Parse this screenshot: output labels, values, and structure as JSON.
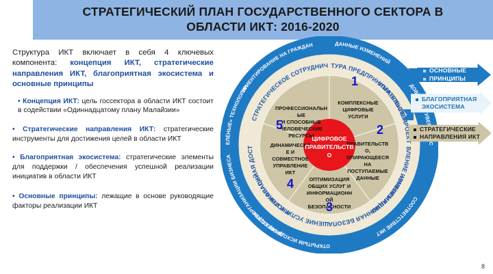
{
  "slide": {
    "page_number": "8",
    "title_line1": "СТРАТЕГИЧЕСКИЙ ПЛАН ГОСУДАРСТВЕННОГО СЕКТОРА В",
    "title_line2": "ОБЛАСТИ ИКТ: 2016-2020",
    "title_bg": "#8eb4e3"
  },
  "text_panel": {
    "intro_a": "Структура ИКТ включает в себя 4 ключевых компонента: ",
    "intro_b": "концепция ИКТ, стратегические направления ИКТ, благоприятная экосистема и основные принципы",
    "bullets": [
      {
        "dot": "•",
        "term": "Концепция ИКТ:",
        "text": " цель госсектора в области ИКТ состоит в содействии «Одиннадцатому плану Малайзии»"
      },
      {
        "dot": "•",
        "term": "Стратегические направления ИКТ:",
        "text": " стратегические инструменты для достижения целей в области ИКТ"
      },
      {
        "dot": "•",
        "term": "Благоприятная экосистема:",
        "text": " стратегические элементы для поддержки / обеспечения успешной реализации инициатив в области ИКТ"
      },
      {
        "dot": "•",
        "term": "Основные принципы:",
        "text": " лежащие в основе руководящие факторы реализации ИКТ"
      }
    ]
  },
  "callouts": [
    {
      "id": "principles",
      "line1": "ОСНОВНЫЕ",
      "line2": "ПРИНЦИПЫ",
      "bg": "#1f7ac4",
      "fg": "#ffffff"
    },
    {
      "id": "ecosystem",
      "line1": "БЛАГОПРИЯТНАЯ",
      "line2": "ЭКОСИСТЕМА",
      "bg": "#e8f3fa",
      "fg": "#1f6fb5"
    },
    {
      "id": "directions",
      "line1": "СТРАТЕГИЧЕСКИЕ",
      "line2": "НАПРАВЛЕНИЯ ИКТ",
      "bg": "#cdc5a5",
      "fg": "#1a1a1a"
    }
  ],
  "diagram": {
    "core": "ЦИФРОВОЕ ПРАВИТЕЛЬСТВО",
    "core_color": "#e8151b",
    "inner_ring_color": "#cdc5a5",
    "mid_ring_color": "#efe9d5",
    "outer_ring_color": "#1f7ac4",
    "segments": [
      {
        "num": "1",
        "lines": [
          "КОМПЛЕКСНЫЕ",
          "ЦИФРОВЫЕ",
          "УСЛУГИ"
        ]
      },
      {
        "num": "2",
        "lines": [
          "ПРАВИТЕЛЬСТВ",
          "О,",
          "ОПИРАЮЩЕЕСЯ",
          "НА",
          "ПОСТУПАЕМЫЕ",
          "ДАННЫЕ"
        ]
      },
      {
        "num": "3",
        "lines": [
          "ОПТИМИЗАЦИЯ",
          "ОБЩИХ УСЛУГ И",
          "ИНФОРМАЦИОНН",
          "ОЙ",
          "БЕЗОПАСНОСТИ"
        ]
      },
      {
        "num": "4",
        "lines": [
          "ДИНАМИЧЕСКО",
          "Е И",
          "СОВМЕСТНОЕ",
          "УПРАВЛЕНИЕ",
          "ИКТ"
        ]
      },
      {
        "num": "5",
        "lines": [
          "ПРОФЕССИОНАЛЬН",
          "ЫЕ",
          "И СПОСОБНЫЕ",
          "ЧЕЛОВЕЧЕСКИЕ",
          "РЕСУРСЫ"
        ]
      }
    ],
    "mid_ring_labels": [
      "СТРАТЕГИЧЕСКОЕ СОТРУДНИЧЕСТВО",
      "АРХИТЕКТУРА ПРЕДПРИНИМАТЕЛЬСТВА",
      "УПРАВЛЕНИЕ ПРОЕКТАМИ ИКТ",
      "УПРАВЛЕНИЕ ИЗМЕНЕНИЯМИ",
      "ИНФОРМАЦИОННАЯ БЕЗОПАСНОСТЬ",
      "УЛУЧШЕНИЕ УСЛУГ И ИННОВАЦИЙ",
      "МНОГОКАНАЛЬНАЯ ДОСТАВКА УСЛУГ"
    ],
    "outer_ring_labels": [
      "ОРИЕНТИРОВАНИЕ НА ГРАЖДАН",
      "ДАННЫЕ ИЗМЕНЕНИЙ",
      "ДОВЕРИЕ И УВЕРЕННОСТЬ",
      "СООТВЕТСТВИЕ ИКТ",
      "ПО С ОТКРЫТЫМ ИСХОДНЫМ КОДОМ",
      "ПРОЦЕСС РЕОРГАНИЗАЦИИ БИЗНЕСА",
      "«ЗЕЛЁНЫЕ» ТЕХНОЛОГИИ"
    ]
  }
}
